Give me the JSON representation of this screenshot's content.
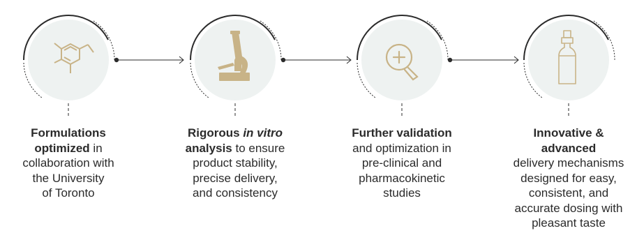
{
  "colors": {
    "circle_fill": "#eef2f1",
    "icon_gold": "#c8b387",
    "line_dark": "#2b2b2b",
    "text": "#2b2b2b"
  },
  "steps": [
    {
      "icon": "molecule-icon",
      "bold1": "Formulations",
      "bold2": "optimized",
      "rest2": " in",
      "line3": "collaboration with",
      "line4": "the University",
      "line5": "of Toronto"
    },
    {
      "icon": "microscope-icon",
      "bold1a": "Rigorous ",
      "ital1": "in vitro",
      "bold2": "analysis",
      "rest2": " to ensure",
      "line3": "product stability,",
      "line4": "precise delivery,",
      "line5": "and consistency"
    },
    {
      "icon": "magnifier-plus-icon",
      "bold1": "Further validation",
      "line2": "and optimization in",
      "line3": "pre-clinical and",
      "line4": "pharmacokinetic",
      "line5": "studies"
    },
    {
      "icon": "spray-bottle-icon",
      "bold1": "Innovative &",
      "bold2": "advanced",
      "line3": "delivery mechanisms",
      "line4": "designed for easy,",
      "line5": "consistent, and",
      "line6": "accurate dosing with",
      "line7": "pleasant taste"
    }
  ]
}
